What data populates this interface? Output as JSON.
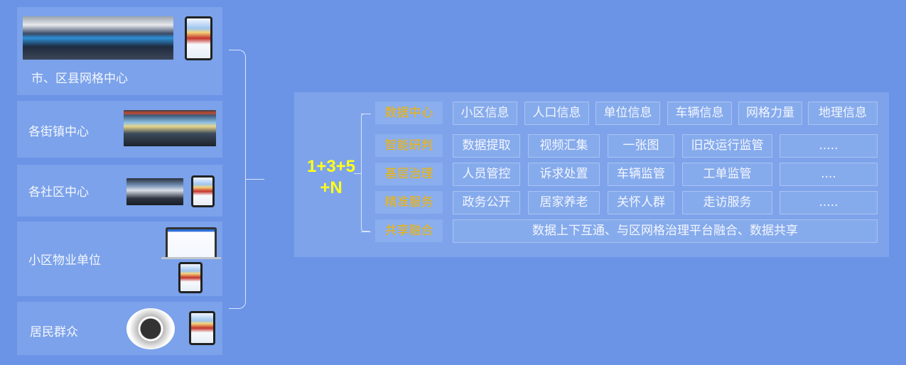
{
  "left_nodes": [
    {
      "label": "市、区县网格中心"
    },
    {
      "label": "各街镇中心"
    },
    {
      "label": "各社区中心"
    },
    {
      "label": "小区物业单位"
    },
    {
      "label": "居民群众"
    }
  ],
  "formula": {
    "line1": "1+3+5",
    "line2": "+N"
  },
  "categories": [
    {
      "label": "数据中心",
      "items": [
        "小区信息",
        "人口信息",
        "单位信息",
        "车辆信息",
        "网格力量",
        "地理信息"
      ]
    },
    {
      "label": "智能研判",
      "items": [
        "数据提取",
        "视频汇集",
        "一张图",
        "旧改运行监管",
        "....."
      ]
    },
    {
      "label": "基层治理",
      "items": [
        "人员管控",
        "诉求处置",
        "车辆监管",
        "工单监管",
        "...."
      ]
    },
    {
      "label": "精准服务",
      "items": [
        "政务公开",
        "居家养老",
        "关怀人群",
        "走访服务",
        "....."
      ]
    },
    {
      "label": "共享融合",
      "items": [
        "数据上下互通、与区网格治理平台融合、数据共享"
      ]
    }
  ],
  "colors": {
    "background": "#6b94e7",
    "category_text": "#f4b400",
    "formula_text": "#ffff1a"
  }
}
